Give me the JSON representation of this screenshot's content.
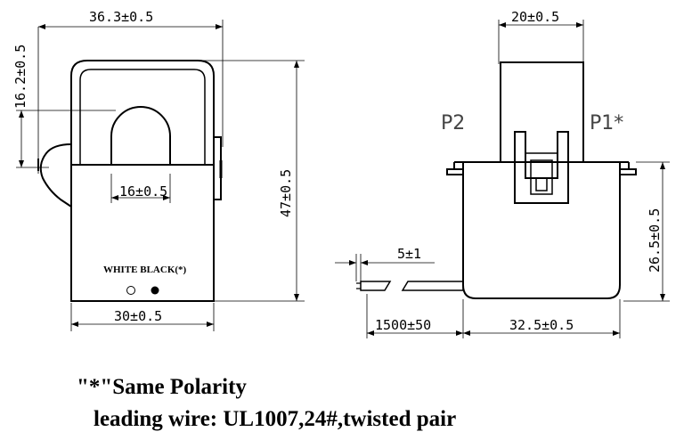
{
  "front_view": {
    "width_top": "36.3±0.5",
    "height_side": "16.2±0.5",
    "opening": "16±0.5",
    "height_total": "47±0.5",
    "width_bottom": "30±0.5",
    "wire_label": "WHITE BLACK(*)"
  },
  "side_view": {
    "width_top": "20±0.5",
    "pin_left": "P2",
    "pin_right": "P1*",
    "strip_length": "5±1",
    "wire_length": "1500±50",
    "body_width": "32.5±0.5",
    "body_height": "26.5±0.5"
  },
  "notes": {
    "polarity": "\"*\"Same Polarity",
    "wire": "leading wire: UL1007,24#,twisted pair"
  }
}
